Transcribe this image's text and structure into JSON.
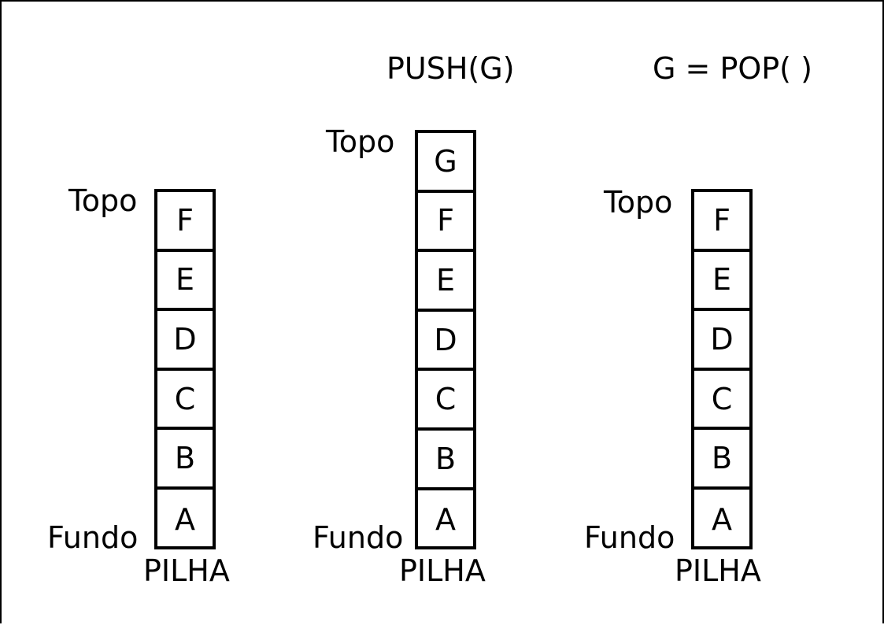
{
  "operations": {
    "push": "PUSH(G)",
    "pop": "G = POP( )"
  },
  "labels": {
    "top": "Topo",
    "bottom": "Fundo",
    "stack": "PILHA"
  },
  "stacks": [
    {
      "cells": [
        "F",
        "E",
        "D",
        "C",
        "B",
        "A"
      ]
    },
    {
      "cells": [
        "G",
        "F",
        "E",
        "D",
        "C",
        "B",
        "A"
      ]
    },
    {
      "cells": [
        "F",
        "E",
        "D",
        "C",
        "B",
        "A"
      ]
    }
  ]
}
